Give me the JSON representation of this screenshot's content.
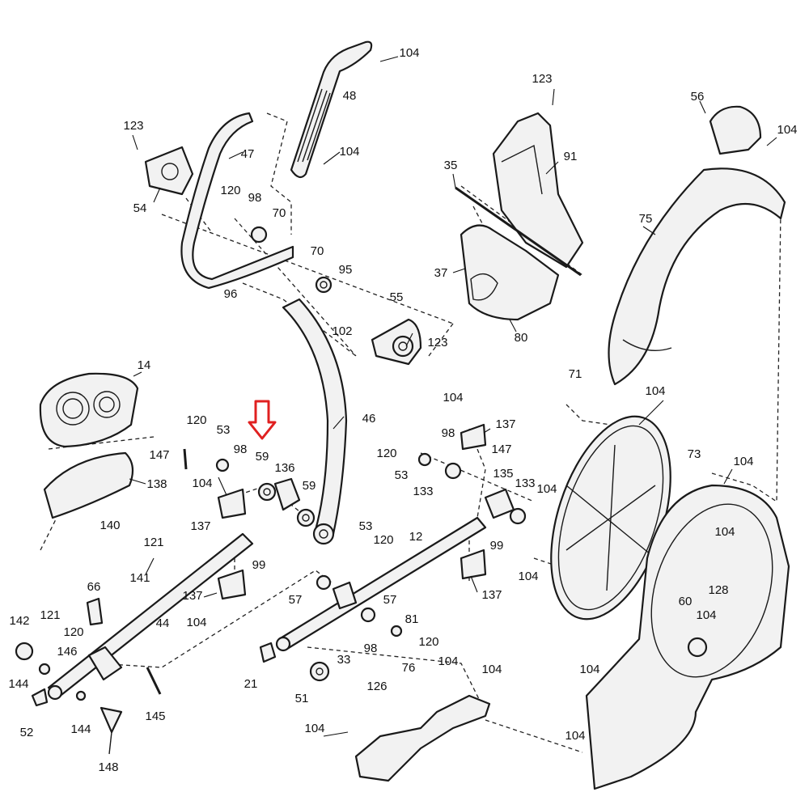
{
  "diagram": {
    "highlight": {
      "target_part": "59",
      "arrow_color": "#e02020"
    },
    "labels": [
      "104",
      "48",
      "123",
      "47",
      "104",
      "123",
      "54",
      "120",
      "98",
      "70",
      "70",
      "95",
      "96",
      "55",
      "102",
      "123",
      "91",
      "35",
      "37",
      "80",
      "56",
      "104",
      "75",
      "14",
      "120",
      "53",
      "98",
      "59",
      "136",
      "147",
      "104",
      "59",
      "138",
      "46",
      "137",
      "53",
      "120",
      "99",
      "140",
      "121",
      "141",
      "121",
      "66",
      "137",
      "120",
      "104",
      "44",
      "142",
      "146",
      "144",
      "52",
      "144",
      "148",
      "145",
      "21",
      "51",
      "33",
      "57",
      "57",
      "98",
      "81",
      "120",
      "12",
      "104",
      "137",
      "120",
      "98",
      "147",
      "53",
      "133",
      "135",
      "133",
      "104",
      "99",
      "137",
      "104",
      "71",
      "104",
      "73",
      "104",
      "104",
      "128",
      "60",
      "104",
      "104",
      "104",
      "76",
      "104",
      "126",
      "104",
      "104"
    ]
  }
}
